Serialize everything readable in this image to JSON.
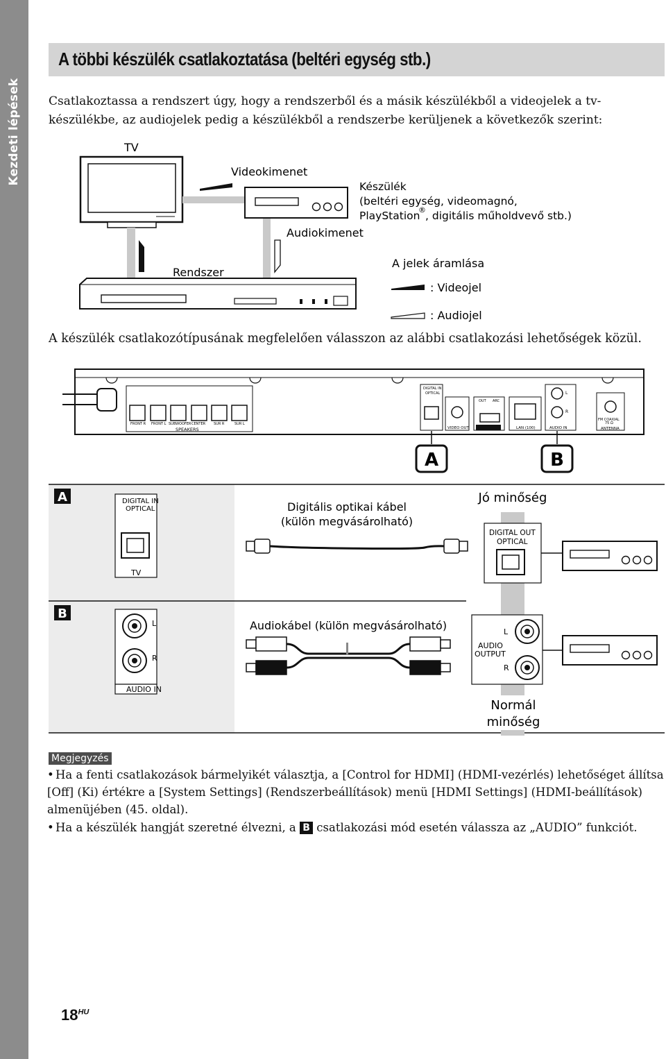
{
  "sidebar": {
    "section": "Kezdeti lépések"
  },
  "title": "A többi készülék csatlakoztatása (beltéri egység stb.)",
  "intro": "Csatlakoztassa a rendszert úgy, hogy a rendszerből és a másik készülékből a videojelek a tv-készülékbe, az audiojelek pedig a készülékből a rendszerbe kerüljenek a következők szerint:",
  "diagram1": {
    "tv": "TV",
    "video_out": "Videokimenet",
    "device_line1": "Készülék",
    "device_line2": "(beltéri egység, videomagnó,",
    "device_line3a": "PlayStation",
    "device_line3b": ", digitális műholdvevő stb.)",
    "registered": "®",
    "audio_out": "Audiokimenet",
    "system": "Rendszer",
    "signal_flow": "A jelek áramlása",
    "video_signal": ": Videojel",
    "audio_signal": ": Audiojel"
  },
  "choose": "A készülék csatlakozótípusának megfelelően válasszon az alábbi csatlakozási lehetőségek közül.",
  "rear_panel": {
    "digital_in": "DIGITAL IN",
    "optical": "OPTICAL",
    "speakers": [
      "FRONT R",
      "FRONT L",
      "SUBWOOFER",
      "CENTER",
      "SUR R",
      "SUR L"
    ],
    "speakers_label": "SPEAKERS",
    "video_out": "VIDEO OUT",
    "hdmi_out": "OUT",
    "hdmi_arc": "ARC",
    "lan": "LAN (100)",
    "audio_in": "AUDIO IN",
    "l": "L",
    "r": "R",
    "fm": "FM COAXIAL",
    "ohm": "75 Ω",
    "antenna": "ANTENNA",
    "marker_a": "A",
    "marker_b": "B"
  },
  "option_a": {
    "letter": "A",
    "jack_line1": "DIGITAL IN",
    "jack_line2": "OPTICAL",
    "tv": "TV",
    "cable_line1": "Digitális optikai kábel",
    "cable_line2": "(külön megvásárolható)",
    "quality": "Jó minőség",
    "out_line1": "DIGITAL OUT",
    "out_line2": "OPTICAL"
  },
  "option_b": {
    "letter": "B",
    "l": "L",
    "r": "R",
    "audio_in": "AUDIO IN",
    "cable": "Audiokábel (külön megvásárolható)",
    "out_line1": "AUDIO",
    "out_line2": "OUTPUT",
    "quality_line1": "Normál",
    "quality_line2": "minőség"
  },
  "note": {
    "badge": "Megjegyzés",
    "item1": "Ha a fenti csatlakozások bármelyikét választja, a [Control for HDMI] (HDMI-vezérlés) lehetőséget állítsa [Off] (Ki) értékre a [System Settings] (Rendszerbeállítások) menü [HDMI Settings] (HDMI-beállítások) almenüjében (45. oldal).",
    "item2_pre": "Ha a készülék hangját szeretné élvezni, a",
    "item2_letter": "B",
    "item2_post": "csatlakozási mód esetén válassza az „AUDIO” funkciót."
  },
  "page": {
    "number": "18",
    "suffix": "HU"
  }
}
